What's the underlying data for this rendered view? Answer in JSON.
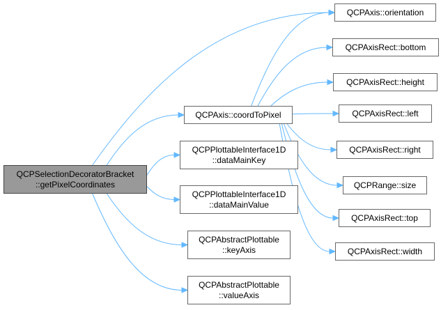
{
  "diagram": {
    "edge_color": "#63b8ff",
    "root_fill": "#999999",
    "nodes": {
      "root": [
        "QCPSelectionDecoratorBracket",
        "::getPixelCoordinates"
      ],
      "coord_to_pixel": [
        "QCPAxis::coordToPixel"
      ],
      "data_main_key": [
        "QCPPlottableInterface1D",
        "::dataMainKey"
      ],
      "data_main_value": [
        "QCPPlottableInterface1D",
        "::dataMainValue"
      ],
      "key_axis": [
        "QCPAbstractPlottable",
        "::keyAxis"
      ],
      "value_axis": [
        "QCPAbstractPlottable",
        "::valueAxis"
      ],
      "orientation": [
        "QCPAxis::orientation"
      ],
      "bottom": [
        "QCPAxisRect::bottom"
      ],
      "height": [
        "QCPAxisRect::height"
      ],
      "left": [
        "QCPAxisRect::left"
      ],
      "right": [
        "QCPAxisRect::right"
      ],
      "size": [
        "QCPRange::size"
      ],
      "top": [
        "QCPAxisRect::top"
      ],
      "width": [
        "QCPAxisRect::width"
      ]
    },
    "edges": [
      [
        "root",
        "orientation"
      ],
      [
        "root",
        "coord_to_pixel"
      ],
      [
        "root",
        "data_main_key"
      ],
      [
        "root",
        "data_main_value"
      ],
      [
        "root",
        "key_axis"
      ],
      [
        "root",
        "value_axis"
      ],
      [
        "coord_to_pixel",
        "orientation"
      ],
      [
        "coord_to_pixel",
        "bottom"
      ],
      [
        "coord_to_pixel",
        "height"
      ],
      [
        "coord_to_pixel",
        "left"
      ],
      [
        "coord_to_pixel",
        "right"
      ],
      [
        "coord_to_pixel",
        "size"
      ],
      [
        "coord_to_pixel",
        "top"
      ],
      [
        "coord_to_pixel",
        "width"
      ]
    ]
  }
}
